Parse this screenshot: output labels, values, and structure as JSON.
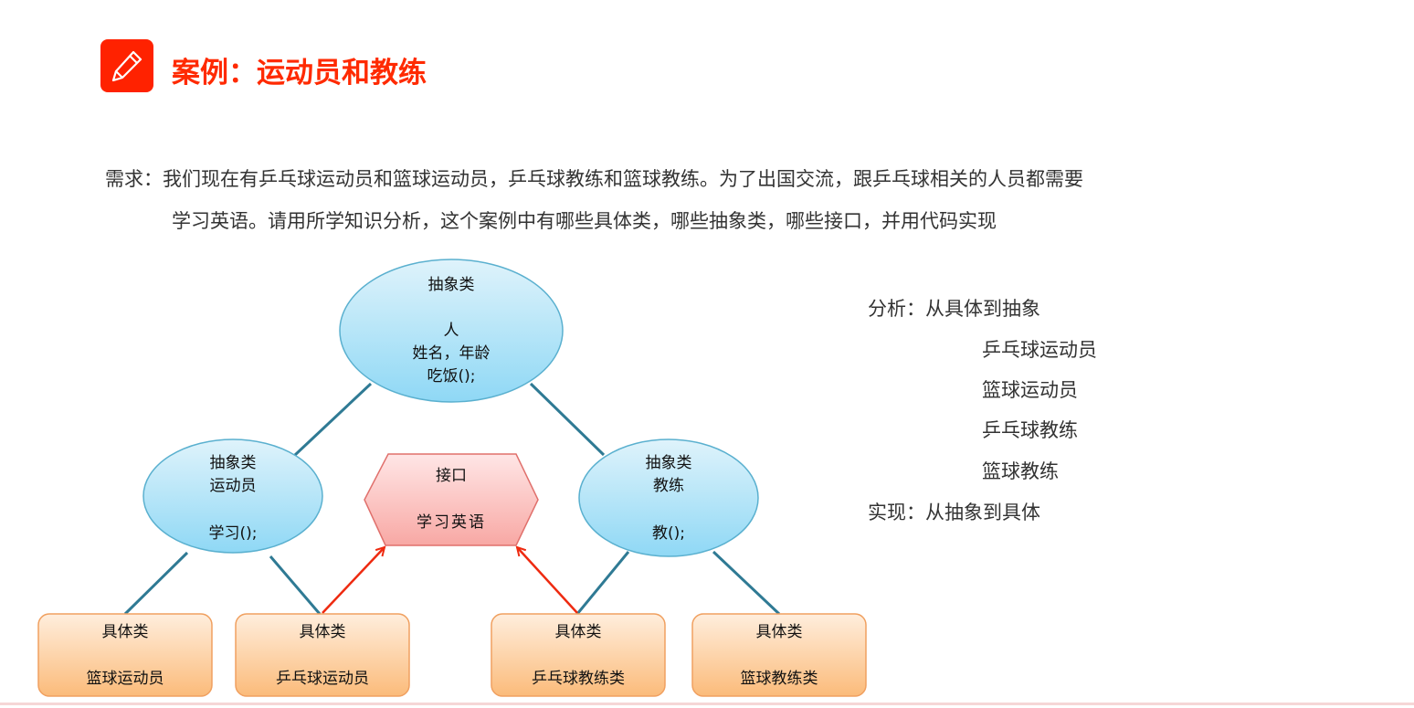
{
  "header": {
    "title": "案例：运动员和教练",
    "icon": "pencil-icon",
    "accent": "#ff2200"
  },
  "requirement": {
    "line1": "需求：我们现在有乒乓球运动员和篮球运动员，乒乓球教练和篮球教练。为了出国交流，跟乒乓球相关的人员都需要",
    "line2": "学习英语。请用所学知识分析，这个案例中有哪些具体类，哪些抽象类，哪些接口，并用代码实现"
  },
  "diagram": {
    "person": {
      "kind": "抽象类",
      "name": "人",
      "fields": "姓名，年龄",
      "method": "吃饭();"
    },
    "athlete": {
      "kind": "抽象类",
      "name": "运动员",
      "method": "学习();"
    },
    "coach": {
      "kind": "抽象类",
      "name": "教练",
      "method": "教();"
    },
    "interface": {
      "kind": "接口",
      "name": "学习英语"
    },
    "concrete": [
      {
        "kind": "具体类",
        "name": "篮球运动员"
      },
      {
        "kind": "具体类",
        "name": "乒乓球运动员"
      },
      {
        "kind": "具体类",
        "name": "乒乓球教练类"
      },
      {
        "kind": "具体类",
        "name": "篮球教练类"
      }
    ]
  },
  "analysis": {
    "heading": "分析：从具体到抽象",
    "items": [
      "乒乓球运动员",
      "篮球运动员",
      "乒乓球教练",
      "篮球教练"
    ],
    "implementation": "实现：从抽象到具体"
  }
}
